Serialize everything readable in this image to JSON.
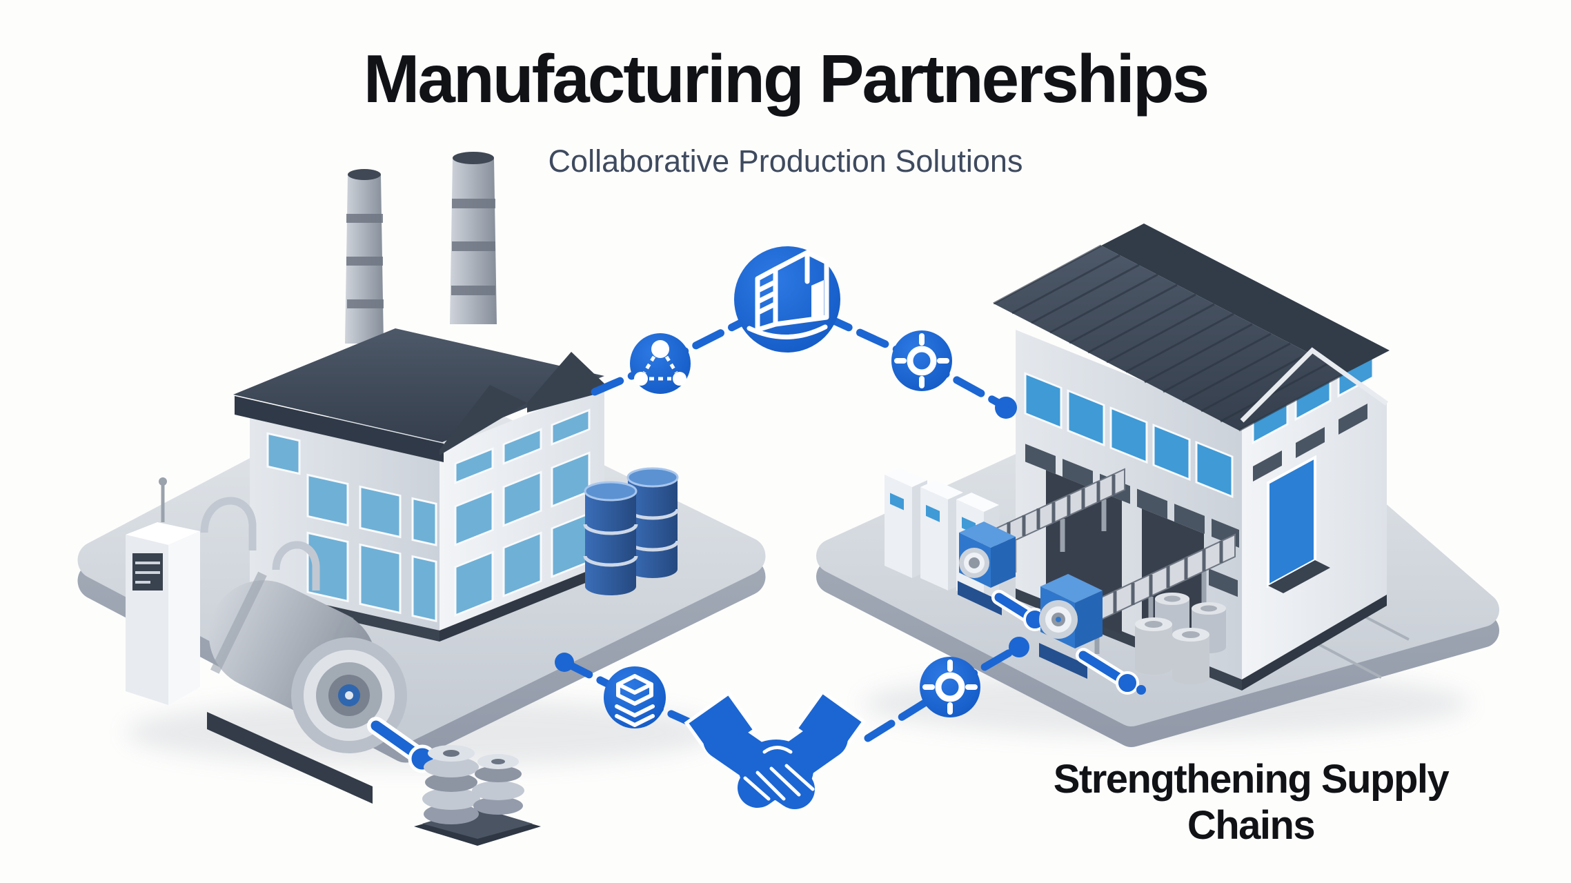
{
  "header": {
    "title": "Manufacturing Partnerships",
    "subtitle": "Collaborative Production Solutions"
  },
  "caption": {
    "text": "Strengthening Supply Chains"
  },
  "colors": {
    "accent": "#1b66d3",
    "accent-dark": "#0f55c0",
    "icon-glyph": "#ffffff",
    "roof": "#414c5c",
    "window-left": "#6fb0d6",
    "window-right": "#3f9ad6",
    "door": "#2b7fd4",
    "wall": "#e9edf2",
    "platform": "#d7dbe1",
    "barrel": "#2d5fa8",
    "machine": "#2f77cc",
    "title-color": "#101216",
    "subtitle-color": "#3e4a5e"
  },
  "connector_chain": {
    "top_nodes": [
      "share-network-icon",
      "factory-hub-icon",
      "process-gear-icon"
    ],
    "bottom_nodes": [
      "package-stack-icon",
      "handshake-icon",
      "process-gear-icon"
    ],
    "dot_count": 3
  },
  "scene": {
    "left_factory": {
      "smokestacks": 2,
      "blue_barrel_stacks": 2,
      "machinery": "turbine generator with drive shaft and parts pedestal",
      "roof_style": "sawtooth dark slate"
    },
    "right_factory": {
      "conveyor_lines": 2,
      "gear_machines": 2,
      "control_cabinets": 3,
      "storage_drums": 4,
      "loading_bays": 2,
      "door": "blue roller door",
      "roof_style": "ribbed gable dark slate"
    }
  }
}
